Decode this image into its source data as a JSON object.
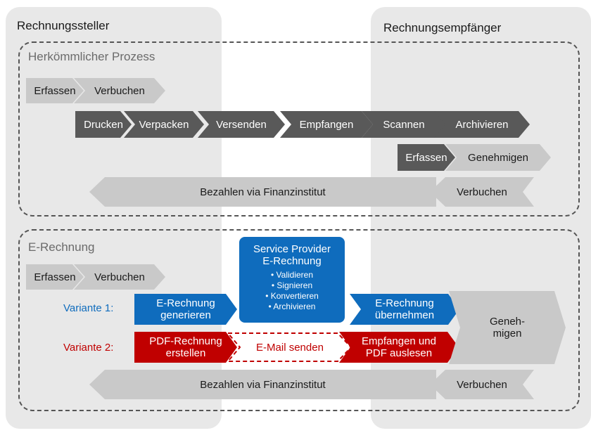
{
  "lanes": {
    "sender": "Rechnungssteller",
    "receiver": "Rechnungsempfänger"
  },
  "traditional": {
    "title": "Herkömmlicher Prozess",
    "row1": [
      "Erfassen",
      "Verbuchen"
    ],
    "row2": [
      "Drucken",
      "Verpacken",
      "Versenden",
      "Empfangen",
      "Scannen",
      "Archivieren"
    ],
    "row3": [
      "Erfassen",
      "Genehmigen"
    ],
    "row4_pay": "Bezahlen via Finanzinstitut",
    "row4_book": "Verbuchen"
  },
  "erechnung": {
    "title": "E-Rechnung",
    "row1": [
      "Erfassen",
      "Verbuchen"
    ],
    "provider": {
      "title_line1": "Service Provider",
      "title_line2": "E-Rechnung",
      "items": [
        "Validieren",
        "Signieren",
        "Konvertieren",
        "Archivieren"
      ]
    },
    "variant1": {
      "label": "Variante 1:",
      "step1_line1": "E-Rechnung",
      "step1_line2": "generieren",
      "step2_line1": "E-Rechnung",
      "step2_line2": "übernehmen"
    },
    "variant2": {
      "label": "Variante 2:",
      "step1_line1": "PDF-Rechnung",
      "step1_line2": "erstellen",
      "step2": "E-Mail senden",
      "step3_line1": "Empfangen und",
      "step3_line2": "PDF auslesen"
    },
    "approve_line1": "Geneh-",
    "approve_line2": "migen",
    "pay": "Bezahlen via Finanzinstitut",
    "book": "Verbuchen"
  },
  "colors": {
    "light_gray": "#c9c9c9",
    "dark_gray": "#595959",
    "blue": "#0f6cbd",
    "red": "#c00000",
    "lane_bg": "#e8e8e8"
  }
}
